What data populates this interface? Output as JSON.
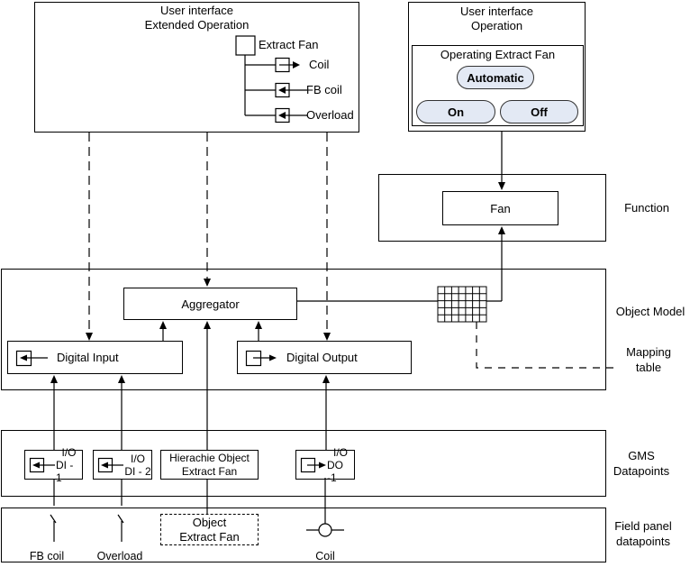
{
  "colors": {
    "accent_fill": "#e3e9f4",
    "line": "#000000"
  },
  "extended_operation_panel": {
    "title_line1": "User interface",
    "title_line2": "Extended Operation",
    "tree": {
      "root": "Extract Fan",
      "items": [
        {
          "label": "Coil",
          "io": "output"
        },
        {
          "label": "FB coil",
          "io": "input"
        },
        {
          "label": "Overload",
          "io": "input"
        }
      ]
    }
  },
  "operation_panel": {
    "title_line1": "User interface",
    "title_line2": "Operation",
    "group_title": "Operating Extract Fan",
    "buttons": [
      {
        "label": "Automatic"
      },
      {
        "label": "On"
      },
      {
        "label": "Off"
      }
    ]
  },
  "function_section": {
    "section_label": "Function",
    "fan_label": "Fan"
  },
  "object_model_section": {
    "section_label": "Object Model",
    "aggregator_label": "Aggregator",
    "digital_input_label": "Digital Input",
    "digital_output_label": "Digital Output",
    "mapping_label_line1": "Mapping",
    "mapping_label_line2": "table"
  },
  "gms_section": {
    "section_label_line1": "GMS",
    "section_label_line2": "Datapoints",
    "datapoints": [
      {
        "line1": "I/O",
        "line2": "DI - 1",
        "io": "input"
      },
      {
        "line1": "I/O",
        "line2": "DI - 2",
        "io": "input"
      },
      {
        "line1": "Hierachie Object",
        "line2": "Extract Fan",
        "io": "none"
      },
      {
        "line1": "I/O",
        "line2": "DO -1",
        "io": "output"
      }
    ]
  },
  "field_panel_section": {
    "section_label_line1": "Field panel",
    "section_label_line2": "datapoints",
    "object_box_line1": "Object",
    "object_box_line2": "Extract Fan",
    "signal_labels": [
      {
        "label": "FB coil"
      },
      {
        "label": "Overload"
      },
      {
        "label": "Coil"
      }
    ]
  }
}
